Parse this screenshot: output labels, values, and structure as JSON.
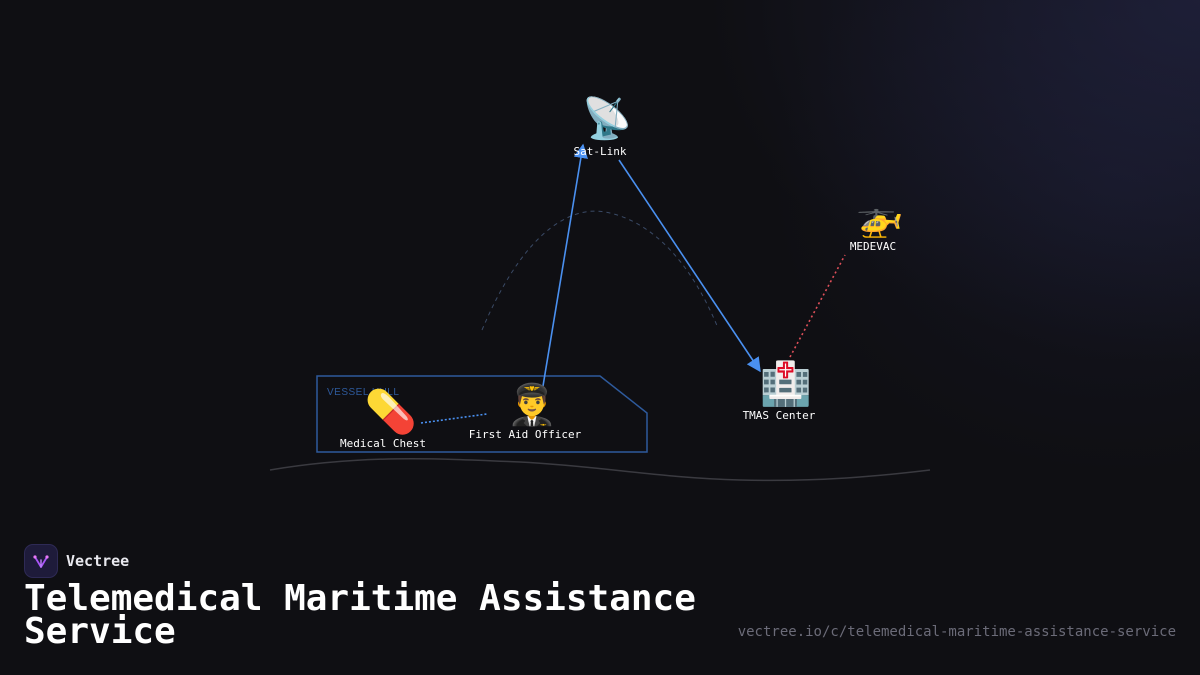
{
  "brand": {
    "name": "Vectree"
  },
  "title": "Telemedical Maritime Assistance Service",
  "url": "vectree.io/c/telemedical-maritime-assistance-service",
  "diagram": {
    "hull_label": "VESSEL HULL",
    "nodes": {
      "sat_link": {
        "label": "Sat-Link",
        "icon": "satellite-antenna-icon",
        "glyph": "📡"
      },
      "medevac": {
        "label": "MEDEVAC",
        "icon": "helicopter-icon",
        "glyph": "🚁"
      },
      "tmas_center": {
        "label": "TMAS Center",
        "icon": "hospital-icon",
        "glyph": "🏥"
      },
      "medical_chest": {
        "label": "Medical Chest",
        "icon": "pill-icon",
        "glyph": "💊"
      },
      "first_aid_officer": {
        "label": "First Aid Officer",
        "icon": "pilot-officer-icon",
        "glyph": "👨‍✈️"
      }
    },
    "colors": {
      "link": "#4a90f0",
      "emergency": "#e0505a",
      "hull": "#2e5a9c",
      "orbit": "#3a4a66"
    }
  }
}
